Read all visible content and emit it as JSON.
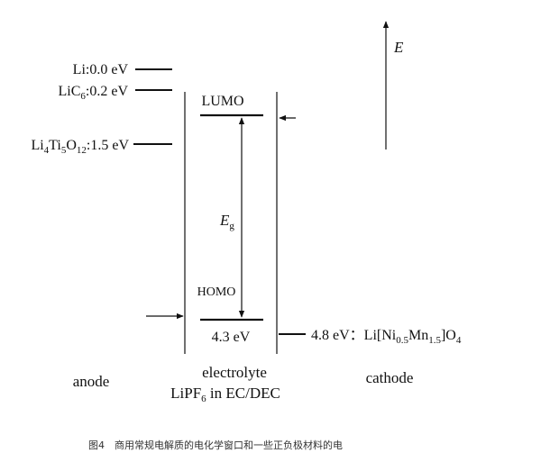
{
  "anode_levels": {
    "li": {
      "name": "Li",
      "value": "0.0 eV"
    },
    "lic6": {
      "name": "LiC",
      "sub": "6",
      "value": "0.2 eV"
    },
    "lto": {
      "p1": "Li",
      "s1": "4",
      "p2": "Ti",
      "s2": "5",
      "p3": "O",
      "s3": "12",
      "value": "1.5 eV"
    }
  },
  "electrolyte": {
    "lumo": "LUMO",
    "homo": "HOMO",
    "gap_symbol": "E",
    "gap_subscript": "g",
    "homo_value": "4.3 eV",
    "label": "electrolyte",
    "salt_prefix": "LiPF",
    "salt_sub": "6",
    "salt_suffix": " in EC/DEC"
  },
  "cathode_level": {
    "value": "4.8 eV",
    "separator": "：",
    "f1": "Li[Ni",
    "s1": "0.5",
    "f2": "Mn",
    "s2": "1.5",
    "f3": "]O",
    "s3": "4"
  },
  "region_labels": {
    "anode": "anode",
    "cathode": "cathode"
  },
  "energy_axis_label": "E",
  "caption": "图4　商用常规电解质的电化学窗口和一些正负极材料的电"
}
